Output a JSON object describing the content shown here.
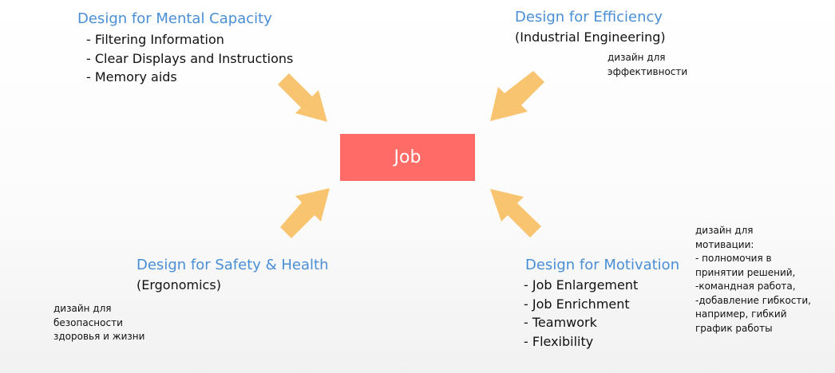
{
  "center": {
    "label": "Job"
  },
  "mental": {
    "title": "Design for Mental Capacity",
    "items": [
      "- Filtering Information",
      "- Clear Displays and Instructions",
      "- Memory aids"
    ]
  },
  "efficiency": {
    "title": "Design for Efficiency",
    "subtitle": "(Industrial Engineering)",
    "note": [
      "дизайн для",
      "эффективности"
    ]
  },
  "safety": {
    "title": "Design for Safety & Health",
    "subtitle": "(Ergonomics)",
    "note": [
      "дизайн для",
      "безопасности",
      "здоровья и жизни"
    ]
  },
  "motivation": {
    "title": "Design for Motivation",
    "items": [
      "- Job Enlargement",
      "- Job Enrichment",
      "- Teamwork",
      "- Flexibility"
    ],
    "note": [
      "дизайн для",
      "мотивации:",
      "- полномочия в",
      "принятии решений,",
      "-командная работа,",
      "-добавление гибкости,",
      "например, гибкий",
      "график работы"
    ]
  },
  "colors": {
    "heading": "#4a8ed6",
    "job_box": "#ff6b66",
    "arrow": "#f9c46f"
  },
  "icons": [
    "arrow-top-left",
    "arrow-top-right",
    "arrow-bottom-left",
    "arrow-bottom-right"
  ]
}
